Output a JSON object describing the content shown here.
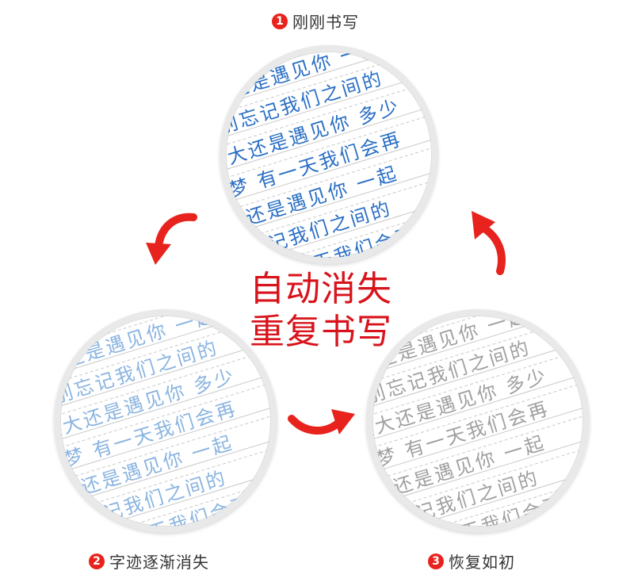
{
  "steps": [
    {
      "number": "1",
      "label": "刚刚书写"
    },
    {
      "number": "2",
      "label": "字迹逐渐消失"
    },
    {
      "number": "3",
      "label": "恢复如初"
    }
  ],
  "slogan": {
    "line1": "自动消失",
    "line2": "重复书写"
  },
  "practice_text": [
    "梦  有一天我们会再",
    "么大还是遇见你  一起",
    "北  别忘记我们之间的",
    "么大还是遇见你  多少",
    "过梦  有一天我们会再",
    "大还是遇见你  一起",
    "大还记我们之间的"
  ],
  "colors": {
    "accent_red": "#e8231d",
    "slogan_red": "#d8131b",
    "ink_blue": "#2a6fc4",
    "ink_faded_blue": "#8ab4e0",
    "ink_grey": "#a0a0a0",
    "rule_line": "#c9c9c9"
  }
}
